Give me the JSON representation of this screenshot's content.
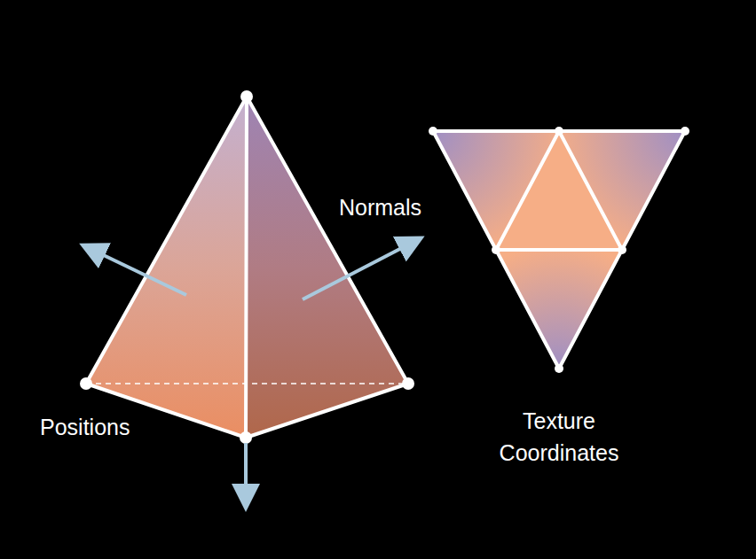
{
  "diagram": {
    "labels": [
      "Positions",
      "Normals",
      "Texture Coordinates"
    ]
  }
}
